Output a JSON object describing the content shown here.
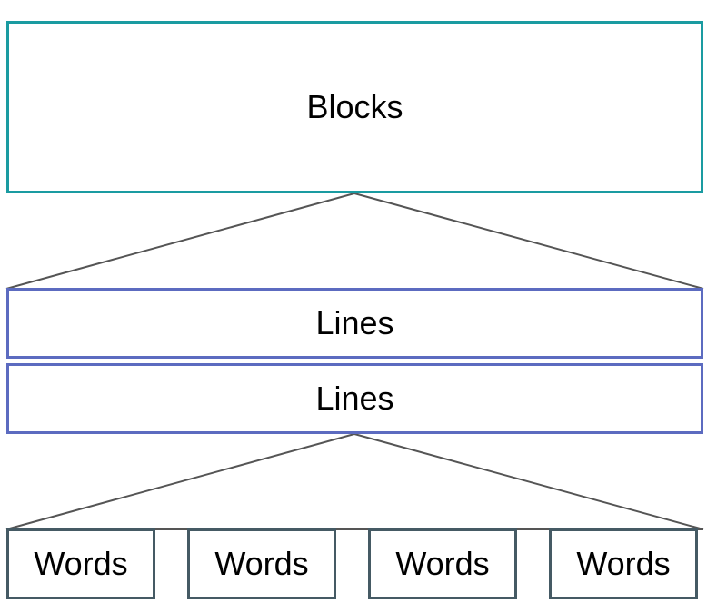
{
  "diagram": {
    "blocks_label": "Blocks",
    "lines": [
      {
        "label": "Lines"
      },
      {
        "label": "Lines"
      }
    ],
    "words": [
      {
        "label": "Words"
      },
      {
        "label": "Words"
      },
      {
        "label": "Words"
      },
      {
        "label": "Words"
      }
    ]
  },
  "colors": {
    "blocks_border": "#1a9ba1",
    "lines_border": "#5c6bc0",
    "words_border": "#455a64",
    "connector": "#555555"
  }
}
